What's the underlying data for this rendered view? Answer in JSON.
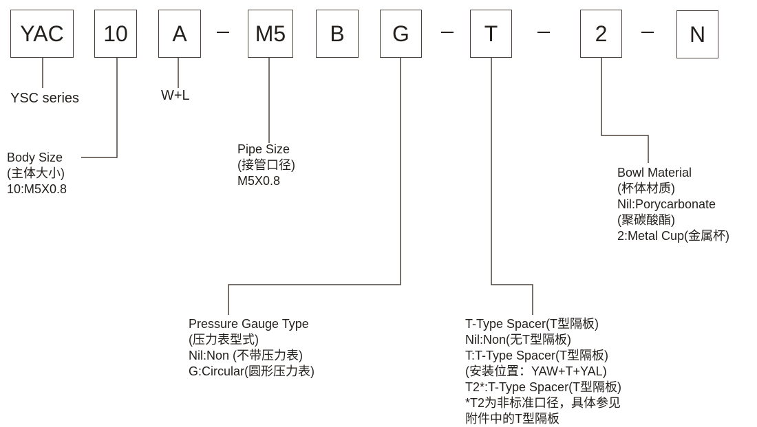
{
  "codes": [
    "YAC",
    "10",
    "A",
    "M5",
    "B",
    "G",
    "T",
    "2",
    "N"
  ],
  "separator": "-",
  "labels": {
    "series": "YSC series",
    "type": "W+L",
    "body_size": [
      "Body Size",
      "(主体大小)",
      "10:M5X0.8"
    ],
    "pipe_size": [
      "Pipe Size",
      "(接管口径)",
      "M5X0.8"
    ],
    "gauge": [
      "Pressure Gauge Type",
      "(压力表型式)",
      "Nil:Non (不带压力表)",
      "G:Circular(圆形压力表)"
    ],
    "spacer": [
      "T-Type Spacer(T型隔板)",
      "Nil:Non(无T型隔板)",
      "T:T-Type Spacer(T型隔板)",
      "(安装位置：YAW+T+YAL)",
      "T2*:T-Type Spacer(T型隔板)",
      "*T2为非标准口径，具体参见",
      "附件中的T型隔板"
    ],
    "bowl": [
      "Bowl Material",
      "(杯体材质)",
      "Nil:Porycarbonate",
      "(聚碳酸酯)",
      "2:Metal Cup(金属杯)"
    ]
  }
}
